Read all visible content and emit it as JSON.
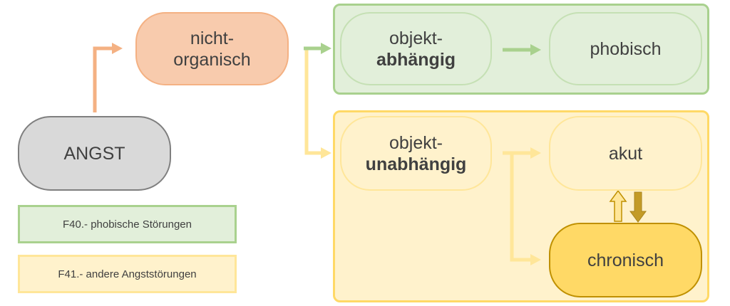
{
  "nodes": {
    "angst": {
      "label": "ANGST"
    },
    "nicht_organisch": {
      "line1": "nicht-",
      "line2": "organisch"
    },
    "objekt_abhaengig": {
      "line1": "objekt-",
      "line2": "abhängig"
    },
    "phobisch": {
      "label": "phobisch"
    },
    "objekt_unabhaengig": {
      "line1": "objekt-",
      "line2": "unabhängig"
    },
    "akut": {
      "label": "akut"
    },
    "chronisch": {
      "label": "chronisch"
    }
  },
  "legend": [
    {
      "label": "F40.- phobische Störungen",
      "color": "#e2efda"
    },
    {
      "label": "F41.- andere Angststörungen",
      "color": "#fff2cc"
    }
  ],
  "colors": {
    "grey_fill": "#d9d9d9",
    "orange_fill": "#f8cbad",
    "orange_arrow": "#f4b183",
    "green_fill": "#e2efda",
    "green_arrow": "#a9d18e",
    "yellow_fill": "#fff2cc",
    "yellow_arrow": "#ffe699",
    "gold_fill": "#ffd966",
    "gold_dark": "#bf9000"
  }
}
